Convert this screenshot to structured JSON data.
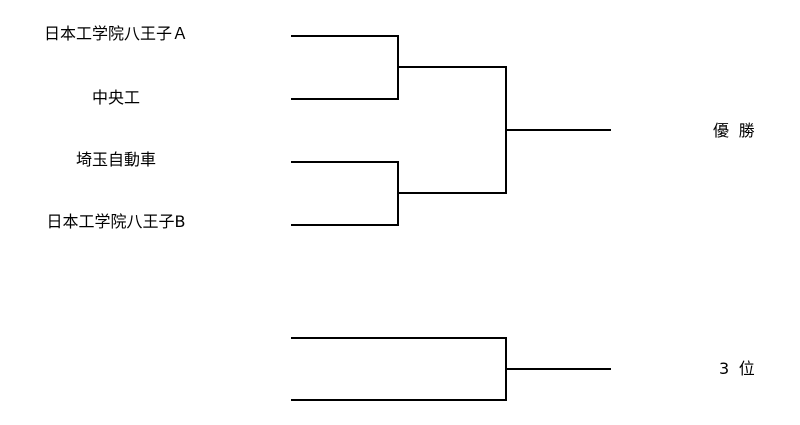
{
  "bracket": {
    "teams": [
      "日本工学院八王子Ａ",
      "中央工",
      "埼玉自動車",
      "日本工学院八王子B"
    ],
    "results": {
      "champion_label": "優勝",
      "third_place_label": "3位"
    }
  }
}
